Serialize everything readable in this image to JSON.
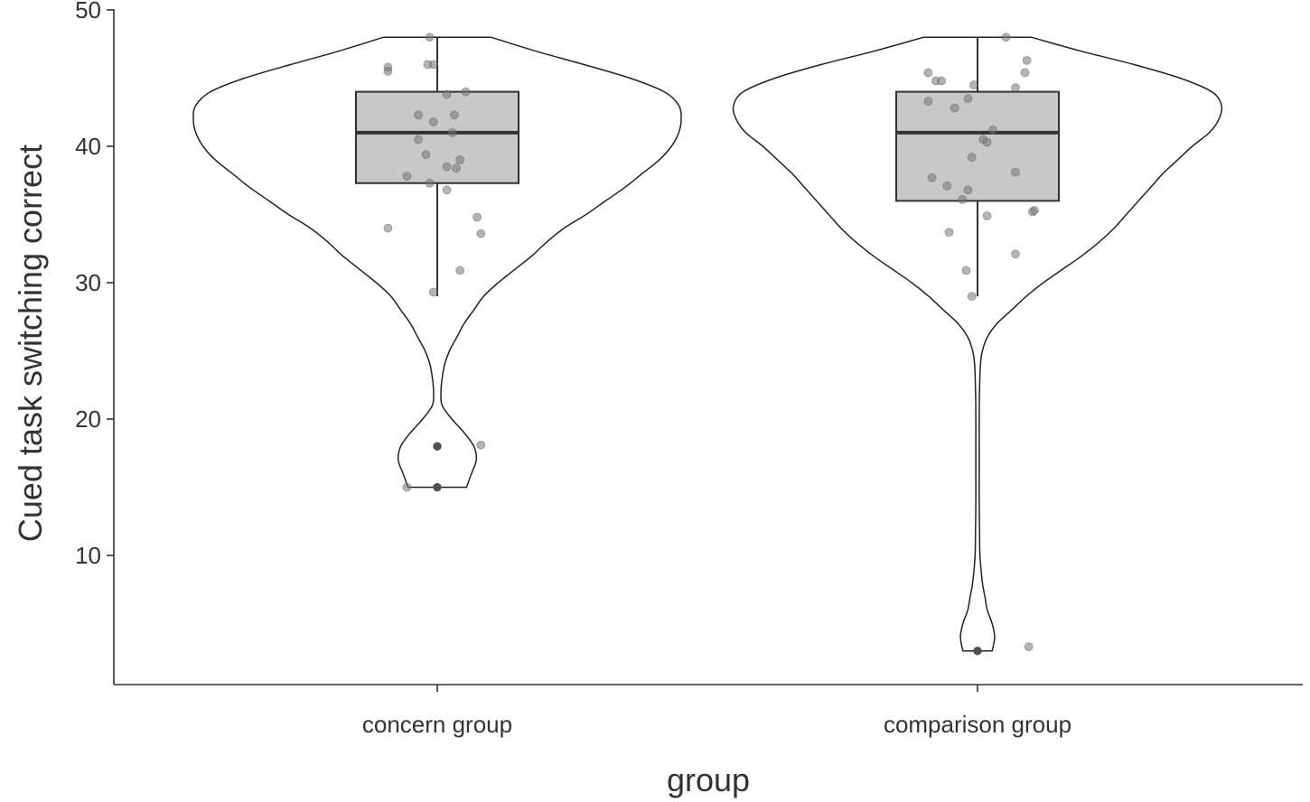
{
  "chart_data": {
    "type": "violin",
    "xlabel": "group",
    "ylabel": "Cued task switching correct",
    "ylim": [
      0,
      50
    ],
    "yticks": [
      10,
      20,
      30,
      40,
      50
    ],
    "categories": [
      "concern group",
      "comparison group"
    ],
    "legend": "none",
    "grid": false,
    "groups": [
      {
        "name": "concern group",
        "box": {
          "lower_whisker": 29,
          "q1": 37.3,
          "median": 41,
          "q3": 44,
          "upper_whisker": 48
        },
        "outliers": [
          18,
          15
        ],
        "violin_range": [
          15,
          48
        ],
        "violin_density": [
          [
            15,
            0.12
          ],
          [
            16,
            0.14
          ],
          [
            17,
            0.16
          ],
          [
            18,
            0.15
          ],
          [
            19,
            0.11
          ],
          [
            20,
            0.06
          ],
          [
            21,
            0.02
          ],
          [
            22,
            0.015
          ],
          [
            23,
            0.02
          ],
          [
            24,
            0.03
          ],
          [
            25,
            0.05
          ],
          [
            26,
            0.08
          ],
          [
            27,
            0.11
          ],
          [
            28,
            0.15
          ],
          [
            29,
            0.19
          ],
          [
            30,
            0.25
          ],
          [
            31,
            0.32
          ],
          [
            32,
            0.39
          ],
          [
            33,
            0.45
          ],
          [
            34,
            0.52
          ],
          [
            35,
            0.61
          ],
          [
            36,
            0.69
          ],
          [
            37,
            0.77
          ],
          [
            38,
            0.84
          ],
          [
            39,
            0.91
          ],
          [
            40,
            0.96
          ],
          [
            41,
            0.99
          ],
          [
            42,
            1.0
          ],
          [
            43,
            0.99
          ],
          [
            44,
            0.93
          ],
          [
            45,
            0.79
          ],
          [
            46,
            0.6
          ],
          [
            47,
            0.4
          ],
          [
            48,
            0.22
          ]
        ],
        "points": [
          {
            "y": 48,
            "dx": -0.04
          },
          {
            "y": 46,
            "dx": -0.02
          },
          {
            "y": 45.8,
            "dx": -0.26
          },
          {
            "y": 45.5,
            "dx": -0.26
          },
          {
            "y": 46,
            "dx": -0.05
          },
          {
            "y": 44,
            "dx": 0.15
          },
          {
            "y": 43.8,
            "dx": 0.05
          },
          {
            "y": 42.3,
            "dx": -0.1
          },
          {
            "y": 42.3,
            "dx": 0.09
          },
          {
            "y": 41.8,
            "dx": -0.02
          },
          {
            "y": 41,
            "dx": 0.08
          },
          {
            "y": 40.5,
            "dx": -0.1
          },
          {
            "y": 39.4,
            "dx": -0.06
          },
          {
            "y": 39,
            "dx": 0.12
          },
          {
            "y": 38.5,
            "dx": 0.05
          },
          {
            "y": 38.4,
            "dx": 0.1
          },
          {
            "y": 37.8,
            "dx": -0.16
          },
          {
            "y": 37.3,
            "dx": -0.04
          },
          {
            "y": 36.8,
            "dx": 0.05
          },
          {
            "y": 34.8,
            "dx": 0.21
          },
          {
            "y": 34,
            "dx": -0.26
          },
          {
            "y": 33.6,
            "dx": 0.23
          },
          {
            "y": 30.9,
            "dx": 0.12
          },
          {
            "y": 29.3,
            "dx": -0.02
          },
          {
            "y": 18,
            "dx": 0.0
          },
          {
            "y": 18.1,
            "dx": 0.23
          },
          {
            "y": 15,
            "dx": 0.0
          },
          {
            "y": 15,
            "dx": -0.16
          }
        ]
      },
      {
        "name": "comparison group",
        "box": {
          "lower_whisker": 29,
          "q1": 36,
          "median": 41,
          "q3": 44,
          "upper_whisker": 48
        },
        "outliers": [
          3
        ],
        "violin_range": [
          3,
          48
        ],
        "violin_density": [
          [
            3,
            0.06
          ],
          [
            4,
            0.07
          ],
          [
            5,
            0.06
          ],
          [
            6,
            0.04
          ],
          [
            7,
            0.03
          ],
          [
            8,
            0.02
          ],
          [
            10,
            0.01
          ],
          [
            12,
            0.008
          ],
          [
            14,
            0.007
          ],
          [
            16,
            0.007
          ],
          [
            18,
            0.007
          ],
          [
            20,
            0.007
          ],
          [
            22,
            0.008
          ],
          [
            24,
            0.012
          ],
          [
            25,
            0.02
          ],
          [
            26,
            0.04
          ],
          [
            27,
            0.08
          ],
          [
            28,
            0.14
          ],
          [
            29,
            0.2
          ],
          [
            30,
            0.27
          ],
          [
            31,
            0.35
          ],
          [
            32,
            0.43
          ],
          [
            33,
            0.5
          ],
          [
            34,
            0.56
          ],
          [
            35,
            0.61
          ],
          [
            36,
            0.66
          ],
          [
            37,
            0.71
          ],
          [
            38,
            0.76
          ],
          [
            39,
            0.82
          ],
          [
            40,
            0.88
          ],
          [
            41,
            0.95
          ],
          [
            42,
            0.99
          ],
          [
            43,
            1.0
          ],
          [
            44,
            0.96
          ],
          [
            45,
            0.83
          ],
          [
            46,
            0.64
          ],
          [
            47,
            0.42
          ],
          [
            48,
            0.22
          ]
        ],
        "points": [
          {
            "y": 48,
            "dx": 0.15
          },
          {
            "y": 46.3,
            "dx": 0.26
          },
          {
            "y": 45.4,
            "dx": -0.26
          },
          {
            "y": 45.4,
            "dx": 0.25
          },
          {
            "y": 44.8,
            "dx": -0.22
          },
          {
            "y": 44.8,
            "dx": -0.19
          },
          {
            "y": 44.5,
            "dx": -0.02
          },
          {
            "y": 44.3,
            "dx": 0.2
          },
          {
            "y": 43.5,
            "dx": -0.05
          },
          {
            "y": 43.3,
            "dx": -0.26
          },
          {
            "y": 42.8,
            "dx": -0.12
          },
          {
            "y": 41.2,
            "dx": 0.08
          },
          {
            "y": 40.5,
            "dx": 0.03
          },
          {
            "y": 40.3,
            "dx": 0.05
          },
          {
            "y": 39.2,
            "dx": -0.03
          },
          {
            "y": 38.1,
            "dx": 0.2
          },
          {
            "y": 37.7,
            "dx": -0.24
          },
          {
            "y": 37.1,
            "dx": -0.16
          },
          {
            "y": 36.8,
            "dx": -0.05
          },
          {
            "y": 36.1,
            "dx": -0.08
          },
          {
            "y": 35.2,
            "dx": 0.29
          },
          {
            "y": 35.3,
            "dx": 0.3
          },
          {
            "y": 34.9,
            "dx": 0.05
          },
          {
            "y": 33.7,
            "dx": -0.15
          },
          {
            "y": 32.1,
            "dx": 0.2
          },
          {
            "y": 30.9,
            "dx": -0.06
          },
          {
            "y": 29,
            "dx": -0.03
          },
          {
            "y": 3.3,
            "dx": 0.27
          },
          {
            "y": 3,
            "dx": 0.0
          }
        ]
      }
    ]
  }
}
